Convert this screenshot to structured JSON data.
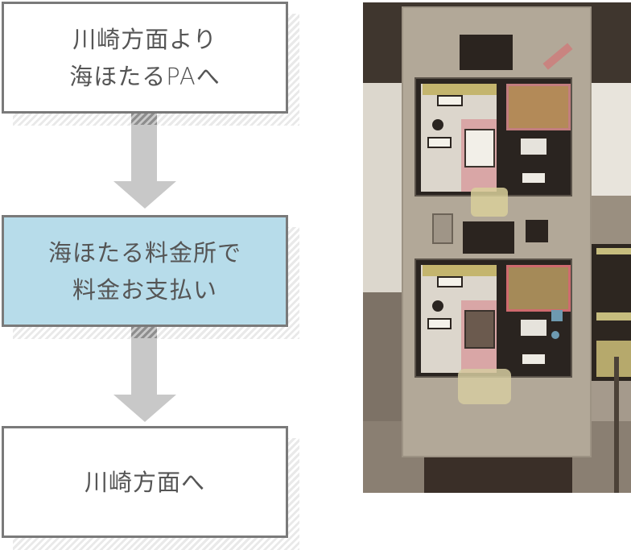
{
  "flow": {
    "steps": [
      {
        "text": "川崎方面より\n海ほたるPAへ",
        "highlighted": false
      },
      {
        "text": "海ほたる料金所で\n料金お支払い",
        "highlighted": true
      },
      {
        "text": "川崎方面へ",
        "highlighted": false
      }
    ],
    "arrow_count": 2,
    "colors": {
      "box_border": "#7a7a7a",
      "box_fill": "#ffffff",
      "highlight_fill": "#b7dcea",
      "text": "#555555",
      "arrow": "#c8c8c8"
    }
  },
  "photo": {
    "subject": "toll payment machine at Umihotaru toll gate",
    "icon": "photo-toll-machine"
  }
}
